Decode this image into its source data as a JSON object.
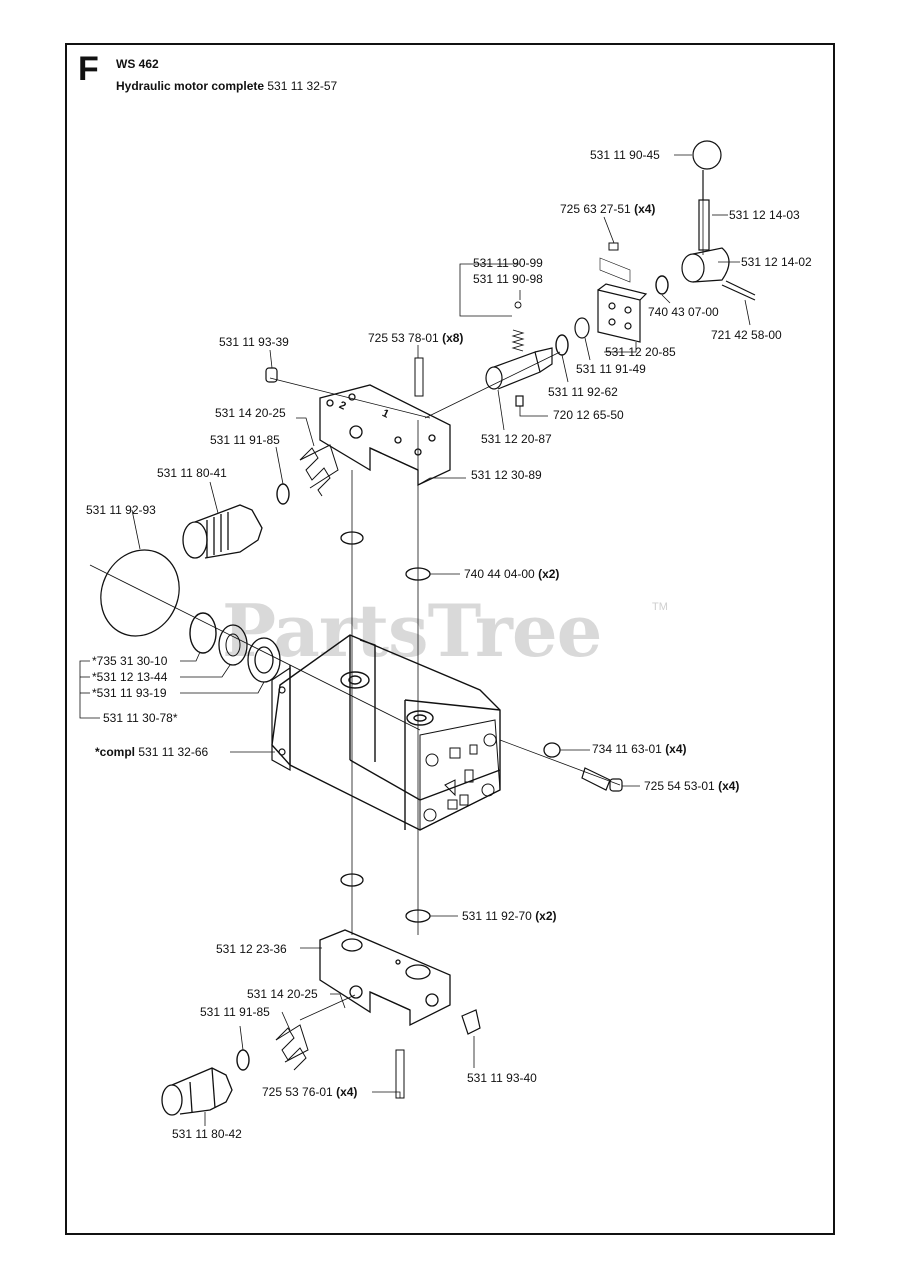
{
  "header": {
    "section_letter": "F",
    "model": "WS 462",
    "title": "Hydraulic motor complete",
    "title_part_number": "531 11 32-57"
  },
  "watermark": {
    "text": "PartsTree",
    "trademark": "TM"
  },
  "callouts": [
    {
      "id": "c1",
      "number": "531 11 90-45",
      "qty": ""
    },
    {
      "id": "c2",
      "number": "725 63 27-51",
      "qty": "(x4)"
    },
    {
      "id": "c3",
      "number": "531 12 14-03",
      "qty": ""
    },
    {
      "id": "c4",
      "number": "531 12 14-02",
      "qty": ""
    },
    {
      "id": "c5",
      "number": "531 11 90-99",
      "qty": ""
    },
    {
      "id": "c6",
      "number": "531 11 90-98",
      "qty": ""
    },
    {
      "id": "c7",
      "number": "740 43 07-00",
      "qty": ""
    },
    {
      "id": "c8",
      "number": "721 42 58-00",
      "qty": ""
    },
    {
      "id": "c9",
      "number": "531 11 93-39",
      "qty": ""
    },
    {
      "id": "c10",
      "number": "725 53 78-01",
      "qty": "(x8)"
    },
    {
      "id": "c11",
      "number": "531 12 20-85",
      "qty": ""
    },
    {
      "id": "c12",
      "number": "531 11 91-49",
      "qty": ""
    },
    {
      "id": "c13",
      "number": "531 11 92-62",
      "qty": ""
    },
    {
      "id": "c14",
      "number": "531 14 20-25",
      "qty": ""
    },
    {
      "id": "c15",
      "number": "720 12 65-50",
      "qty": ""
    },
    {
      "id": "c16",
      "number": "531 11 91-85",
      "qty": ""
    },
    {
      "id": "c17",
      "number": "531 12 20-87",
      "qty": ""
    },
    {
      "id": "c18",
      "number": "531 11 80-41",
      "qty": ""
    },
    {
      "id": "c19",
      "number": "531 12 30-89",
      "qty": ""
    },
    {
      "id": "c20",
      "number": "531 11 92-93",
      "qty": ""
    },
    {
      "id": "c21",
      "number": "740 44 04-00",
      "qty": "(x2)"
    },
    {
      "id": "c22",
      "number": "*735 31 30-10",
      "qty": ""
    },
    {
      "id": "c23",
      "number": "*531 12 13-44",
      "qty": ""
    },
    {
      "id": "c24",
      "number": "*531 11 93-19",
      "qty": ""
    },
    {
      "id": "c25",
      "number": "531 11 30-78*",
      "qty": ""
    },
    {
      "id": "c26",
      "number": "531 11 32-66",
      "qty": "",
      "prefix": "*compl"
    },
    {
      "id": "c27",
      "number": "734 11 63-01",
      "qty": "(x4)"
    },
    {
      "id": "c28",
      "number": "725 54 53-01",
      "qty": "(x4)"
    },
    {
      "id": "c29",
      "number": "531 11 92-70",
      "qty": "(x2)"
    },
    {
      "id": "c30",
      "number": "531 12 23-36",
      "qty": ""
    },
    {
      "id": "c31",
      "number": "531 14 20-25",
      "qty": ""
    },
    {
      "id": "c32",
      "number": "531 11 91-85",
      "qty": ""
    },
    {
      "id": "c33",
      "number": "531 11 93-40",
      "qty": ""
    },
    {
      "id": "c34",
      "number": "725 53 76-01",
      "qty": "(x4)"
    },
    {
      "id": "c35",
      "number": "531 11 80-42",
      "qty": ""
    }
  ],
  "diagram_marks": {
    "block_mark_1": "1",
    "block_mark_2": "2"
  }
}
